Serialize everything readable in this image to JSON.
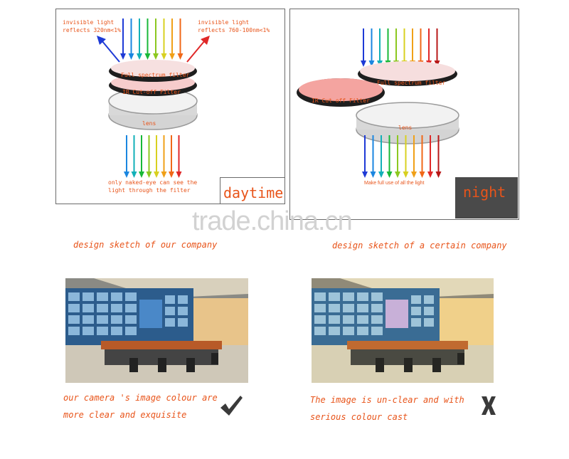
{
  "left_panel": {
    "invisible_left": [
      "invisible light",
      "reflects 320nm<1%"
    ],
    "invisible_right": [
      "invisible light",
      "reflects 760-100nm<1%"
    ],
    "filter_full": "Full spectrum filter",
    "filter_ir": "IR Cut-off Filter",
    "lens": "lens",
    "naked_eye": [
      "only naked-eye can see the",
      "light through the filter"
    ],
    "mode": "daytime",
    "caption": "design sketch of our company"
  },
  "right_panel": {
    "filter_full": "Full spectrum filter",
    "filter_ir": "IR Cut-off Filter",
    "lens": "lens",
    "full_use": "Make full use of all the light",
    "mode": "night",
    "caption": "design sketch of a certain company"
  },
  "watermark": "trade.china.cn",
  "bottom_left": {
    "caption": [
      "our camera 's image colour are",
      "more clear and exquisite"
    ],
    "mark_icon": "checkmark-icon"
  },
  "bottom_right": {
    "caption": [
      "The image is un-clear and with",
      "serious colour cast"
    ],
    "mark_icon": "x-mark-icon"
  },
  "colors": {
    "accent_orange": "#e8541a",
    "ray_spectrum": [
      "#1e3ad6",
      "#1a86e0",
      "#12b0b8",
      "#18b838",
      "#8cc820",
      "#d8d020",
      "#f0a018",
      "#f06818",
      "#e02828",
      "#b81818"
    ]
  }
}
